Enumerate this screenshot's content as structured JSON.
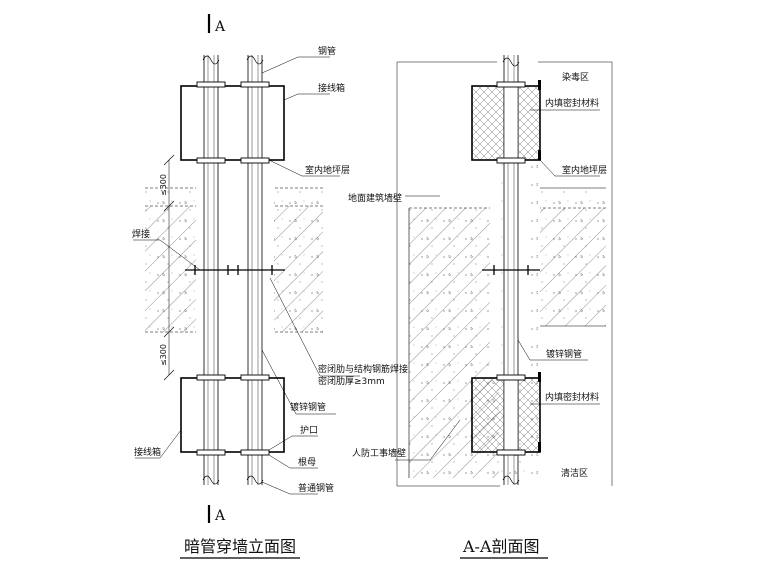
{
  "section_marks": {
    "top": "A",
    "bottom": "A"
  },
  "left_view": {
    "title": "暗管穿墙立面图",
    "labels": {
      "steel_pipe": "钢管",
      "junction_box_top": "接线箱",
      "indoor_floor": "室内地坪层",
      "weld": "焊接",
      "dim_top": "≤300",
      "dim_bottom": "≤300",
      "seal_rib_weld": "密闭肋与结构钢筋焊接",
      "seal_rib_thickness": "密闭肋厚≥3mm",
      "galvanized_pipe": "镀锌钢管",
      "guard_mouth": "护口",
      "lock_nut": "根母",
      "junction_box_bottom": "接线箱",
      "ordinary_pipe": "普通钢管"
    }
  },
  "right_view": {
    "title": "A-A剖面图",
    "labels": {
      "contaminated_zone": "染毒区",
      "inner_seal_top": "内填密封材料",
      "indoor_floor": "室内地坪层",
      "ground_wall": "地面建筑墙壁",
      "galvanized_pipe": "镀锌钢管",
      "inner_seal_bottom": "内填密封材料",
      "civil_defense_wall": "人防工事墙壁",
      "clean_zone": "清洁区"
    }
  }
}
